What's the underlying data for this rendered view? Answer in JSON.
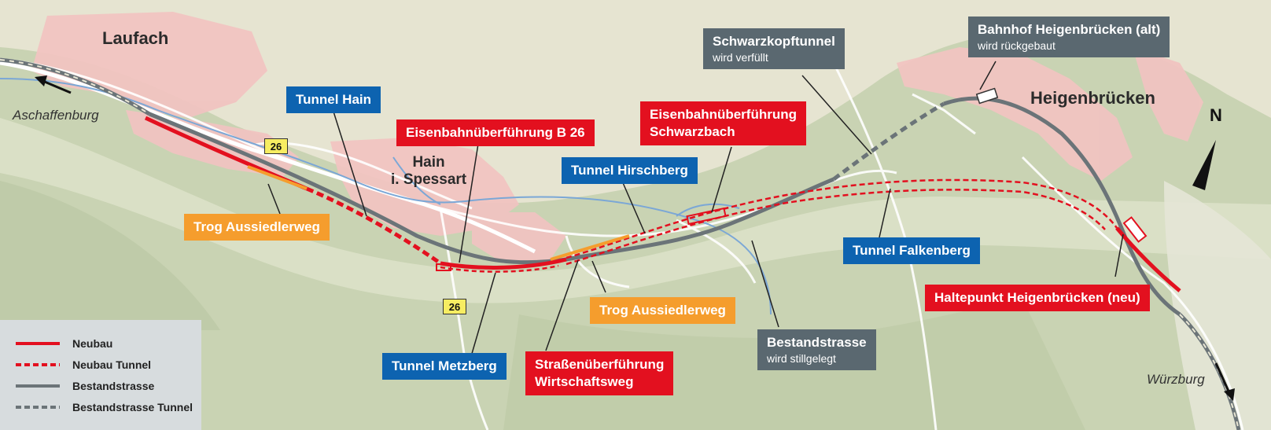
{
  "towns": {
    "laufach": "Laufach",
    "hain_line1": "Hain",
    "hain_line2": "i. Spessart",
    "heigenbruecken": "Heigenbrücken"
  },
  "cities": {
    "aschaffenburg": "Aschaffenburg",
    "wuerzburg": "Würzburg"
  },
  "north": "N",
  "roads": {
    "b26_a": "26",
    "b26_b": "26"
  },
  "labels": {
    "tunnel_hain": "Tunnel Hain",
    "eu_b26": "Eisenbahnüberführung B 26",
    "tunnel_hirschberg": "Tunnel Hirschberg",
    "eu_schwarzbach_1": "Eisenbahnüberführung",
    "eu_schwarzbach_2": "Schwarzbach",
    "schwarzkopf_title": "Schwarzkopftunnel",
    "schwarzkopf_sub": "wird verfüllt",
    "bahnhof_title": "Bahnhof Heigenbrücken (alt)",
    "bahnhof_sub": "wird rückgebaut",
    "trog_1": "Trog Aussiedlerweg",
    "trog_2": "Trog Aussiedlerweg",
    "tunnel_falkenberg": "Tunnel Falkenberg",
    "haltepunkt": "Haltepunkt Heigenbrücken (neu)",
    "tunnel_metzberg": "Tunnel Metzberg",
    "strasse_1": "Straßenüberführung",
    "strasse_2": "Wirtschaftsweg",
    "bestand_title": "Bestandstrasse",
    "bestand_sub": "wird stillgelegt"
  },
  "legend": {
    "neubau": "Neubau",
    "neubau_tunnel": "Neubau Tunnel",
    "bestand": "Bestandstrasse",
    "bestand_tunnel": "Bestandstrasse Tunnel"
  },
  "colors": {
    "neubau": "#e3101f",
    "bestand": "#6b7478",
    "tunnel_label": "#0d63b0",
    "bridge_label": "#e3101f",
    "trog_label": "#f59d2d",
    "removed_label": "#5a6870"
  }
}
